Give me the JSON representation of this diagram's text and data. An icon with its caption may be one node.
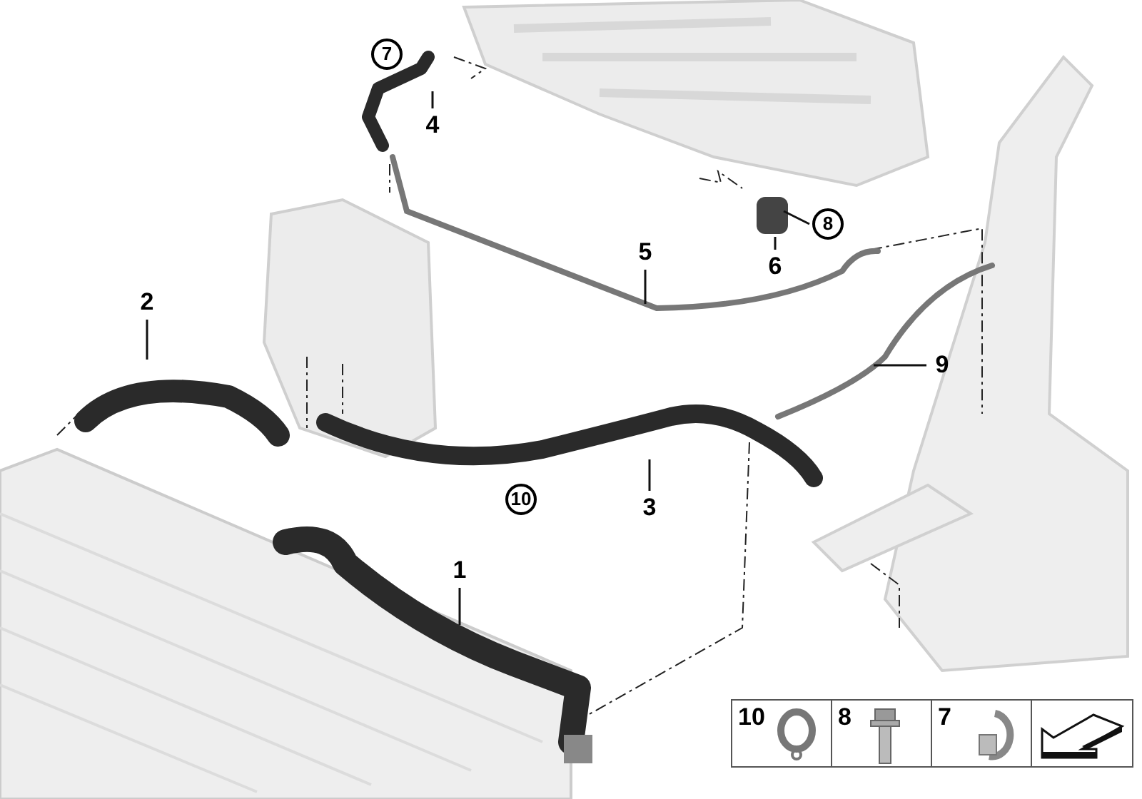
{
  "diagram": {
    "nodes": [
      {
        "text": [
          "4"
        ]
      },
      {
        "text": [
          "5"
        ]
      },
      {
        "text": [
          "8"
        ]
      },
      {
        "text": [
          "6"
        ]
      },
      {
        "text": [
          "2"
        ]
      },
      {
        "text": [
          "9"
        ]
      },
      {
        "text": [
          "3"
        ]
      },
      {
        "text": [
          "1"
        ]
      },
      {
        "text": [
          "7"
        ]
      },
      {
        "text": [
          "10"
        ]
      }
    ],
    "edges": [
      {
        "from": 0,
        "to": null,
        "arrow": "none"
      },
      {
        "from": 1,
        "to": null,
        "arrow": "none"
      },
      {
        "from": 2,
        "to": null,
        "arrow": "none"
      },
      {
        "from": 3,
        "to": null,
        "arrow": "none"
      },
      {
        "from": 4,
        "to": null,
        "arrow": "none"
      },
      {
        "from": 5,
        "to": null,
        "arrow": "none"
      },
      {
        "from": 6,
        "to": null,
        "arrow": "none"
      },
      {
        "from": 7,
        "to": null,
        "arrow": "none"
      }
    ],
    "labels": [
      "10",
      "8",
      "7"
    ]
  }
}
